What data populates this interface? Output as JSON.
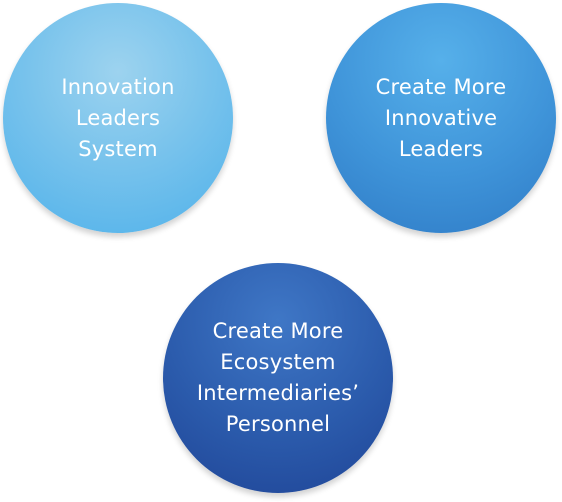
{
  "diagram": {
    "nodes": [
      {
        "label": "Innovation\nLeaders\nSystem",
        "color": "#7cc4ec"
      },
      {
        "label": "Create More\nInnovative\nLeaders",
        "color": "#3f92d8"
      },
      {
        "label": "Create More\nEcosystem\nIntermediaries’\nPersonnel",
        "color": "#2a56a6"
      }
    ]
  }
}
